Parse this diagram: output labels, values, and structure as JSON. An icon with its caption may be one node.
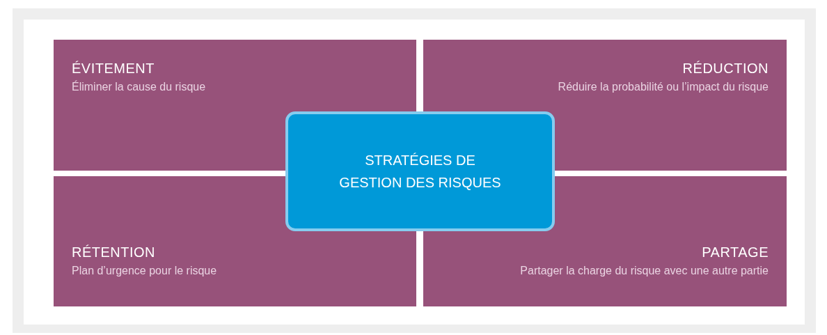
{
  "diagram": {
    "nodes": [
      {
        "text": [
          "ÉVITEMENT",
          "Éliminer la cause du risque"
        ]
      },
      {
        "text": [
          "RÉDUCTION",
          "Réduire la probabilité ou l’impact du risque"
        ]
      },
      {
        "text": [
          "STRATÉGIES DE GESTION DES RISQUES"
        ]
      },
      {
        "text": [
          "RÉTENTION",
          "Plan d’urgence pour le risque"
        ]
      },
      {
        "text": [
          "PARTAGE",
          "Partager la charge du risque avec une autre partie"
        ]
      }
    ]
  }
}
